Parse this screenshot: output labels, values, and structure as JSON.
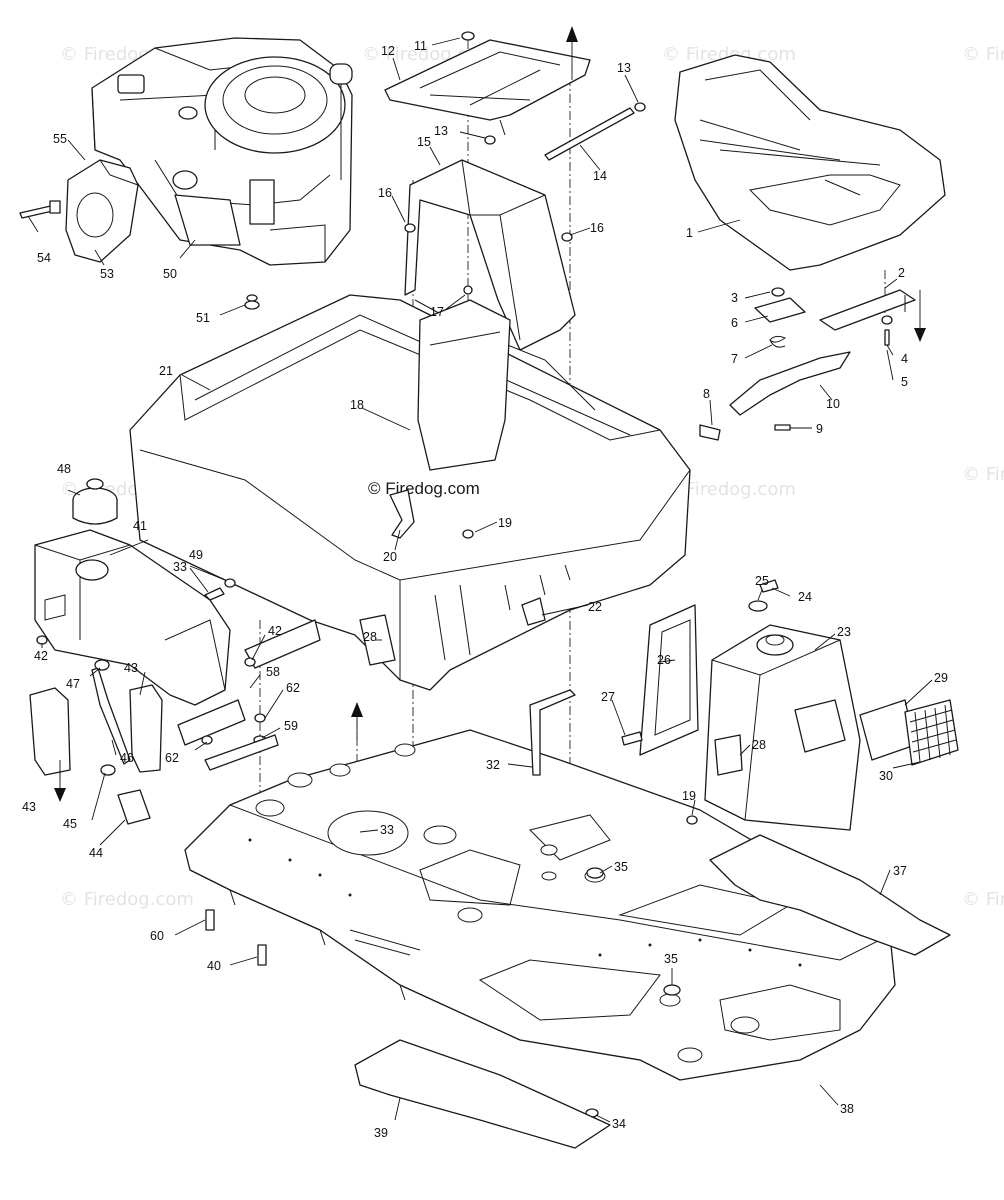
{
  "watermark": "© Firedog.com",
  "center_watermark": "© Firedog.com",
  "labels": [
    {
      "id": "1",
      "text": "1"
    },
    {
      "id": "2",
      "text": "2"
    },
    {
      "id": "3",
      "text": "3"
    },
    {
      "id": "4",
      "text": "4"
    },
    {
      "id": "5",
      "text": "5"
    },
    {
      "id": "6",
      "text": "6"
    },
    {
      "id": "7",
      "text": "7"
    },
    {
      "id": "8",
      "text": "8"
    },
    {
      "id": "9",
      "text": "9"
    },
    {
      "id": "10",
      "text": "10"
    },
    {
      "id": "11",
      "text": "11"
    },
    {
      "id": "12",
      "text": "12"
    },
    {
      "id": "13a",
      "text": "13"
    },
    {
      "id": "13b",
      "text": "13"
    },
    {
      "id": "14",
      "text": "14"
    },
    {
      "id": "15",
      "text": "15"
    },
    {
      "id": "16a",
      "text": "16"
    },
    {
      "id": "16b",
      "text": "16"
    },
    {
      "id": "17",
      "text": "17"
    },
    {
      "id": "18",
      "text": "18"
    },
    {
      "id": "19a",
      "text": "19"
    },
    {
      "id": "19b",
      "text": "19"
    },
    {
      "id": "20",
      "text": "20"
    },
    {
      "id": "21",
      "text": "21"
    },
    {
      "id": "22",
      "text": "22"
    },
    {
      "id": "23",
      "text": "23"
    },
    {
      "id": "24",
      "text": "24"
    },
    {
      "id": "25",
      "text": "25"
    },
    {
      "id": "26",
      "text": "26"
    },
    {
      "id": "27",
      "text": "27"
    },
    {
      "id": "28a",
      "text": "28"
    },
    {
      "id": "28b",
      "text": "28"
    },
    {
      "id": "29",
      "text": "29"
    },
    {
      "id": "30",
      "text": "30"
    },
    {
      "id": "32",
      "text": "32"
    },
    {
      "id": "33a",
      "text": "33"
    },
    {
      "id": "33b",
      "text": "33"
    },
    {
      "id": "34",
      "text": "34"
    },
    {
      "id": "35a",
      "text": "35"
    },
    {
      "id": "35b",
      "text": "35"
    },
    {
      "id": "37",
      "text": "37"
    },
    {
      "id": "38",
      "text": "38"
    },
    {
      "id": "39",
      "text": "39"
    },
    {
      "id": "40",
      "text": "40"
    },
    {
      "id": "41",
      "text": "41"
    },
    {
      "id": "42a",
      "text": "42"
    },
    {
      "id": "42b",
      "text": "42"
    },
    {
      "id": "43a",
      "text": "43"
    },
    {
      "id": "43b",
      "text": "43"
    },
    {
      "id": "44",
      "text": "44"
    },
    {
      "id": "45",
      "text": "45"
    },
    {
      "id": "46",
      "text": "46"
    },
    {
      "id": "47",
      "text": "47"
    },
    {
      "id": "48",
      "text": "48"
    },
    {
      "id": "49",
      "text": "49"
    },
    {
      "id": "50",
      "text": "50"
    },
    {
      "id": "51",
      "text": "51"
    },
    {
      "id": "53",
      "text": "53"
    },
    {
      "id": "54",
      "text": "54"
    },
    {
      "id": "55",
      "text": "55"
    },
    {
      "id": "58",
      "text": "58"
    },
    {
      "id": "59",
      "text": "59"
    },
    {
      "id": "60",
      "text": "60"
    },
    {
      "id": "62a",
      "text": "62"
    },
    {
      "id": "62b",
      "text": "62"
    }
  ]
}
